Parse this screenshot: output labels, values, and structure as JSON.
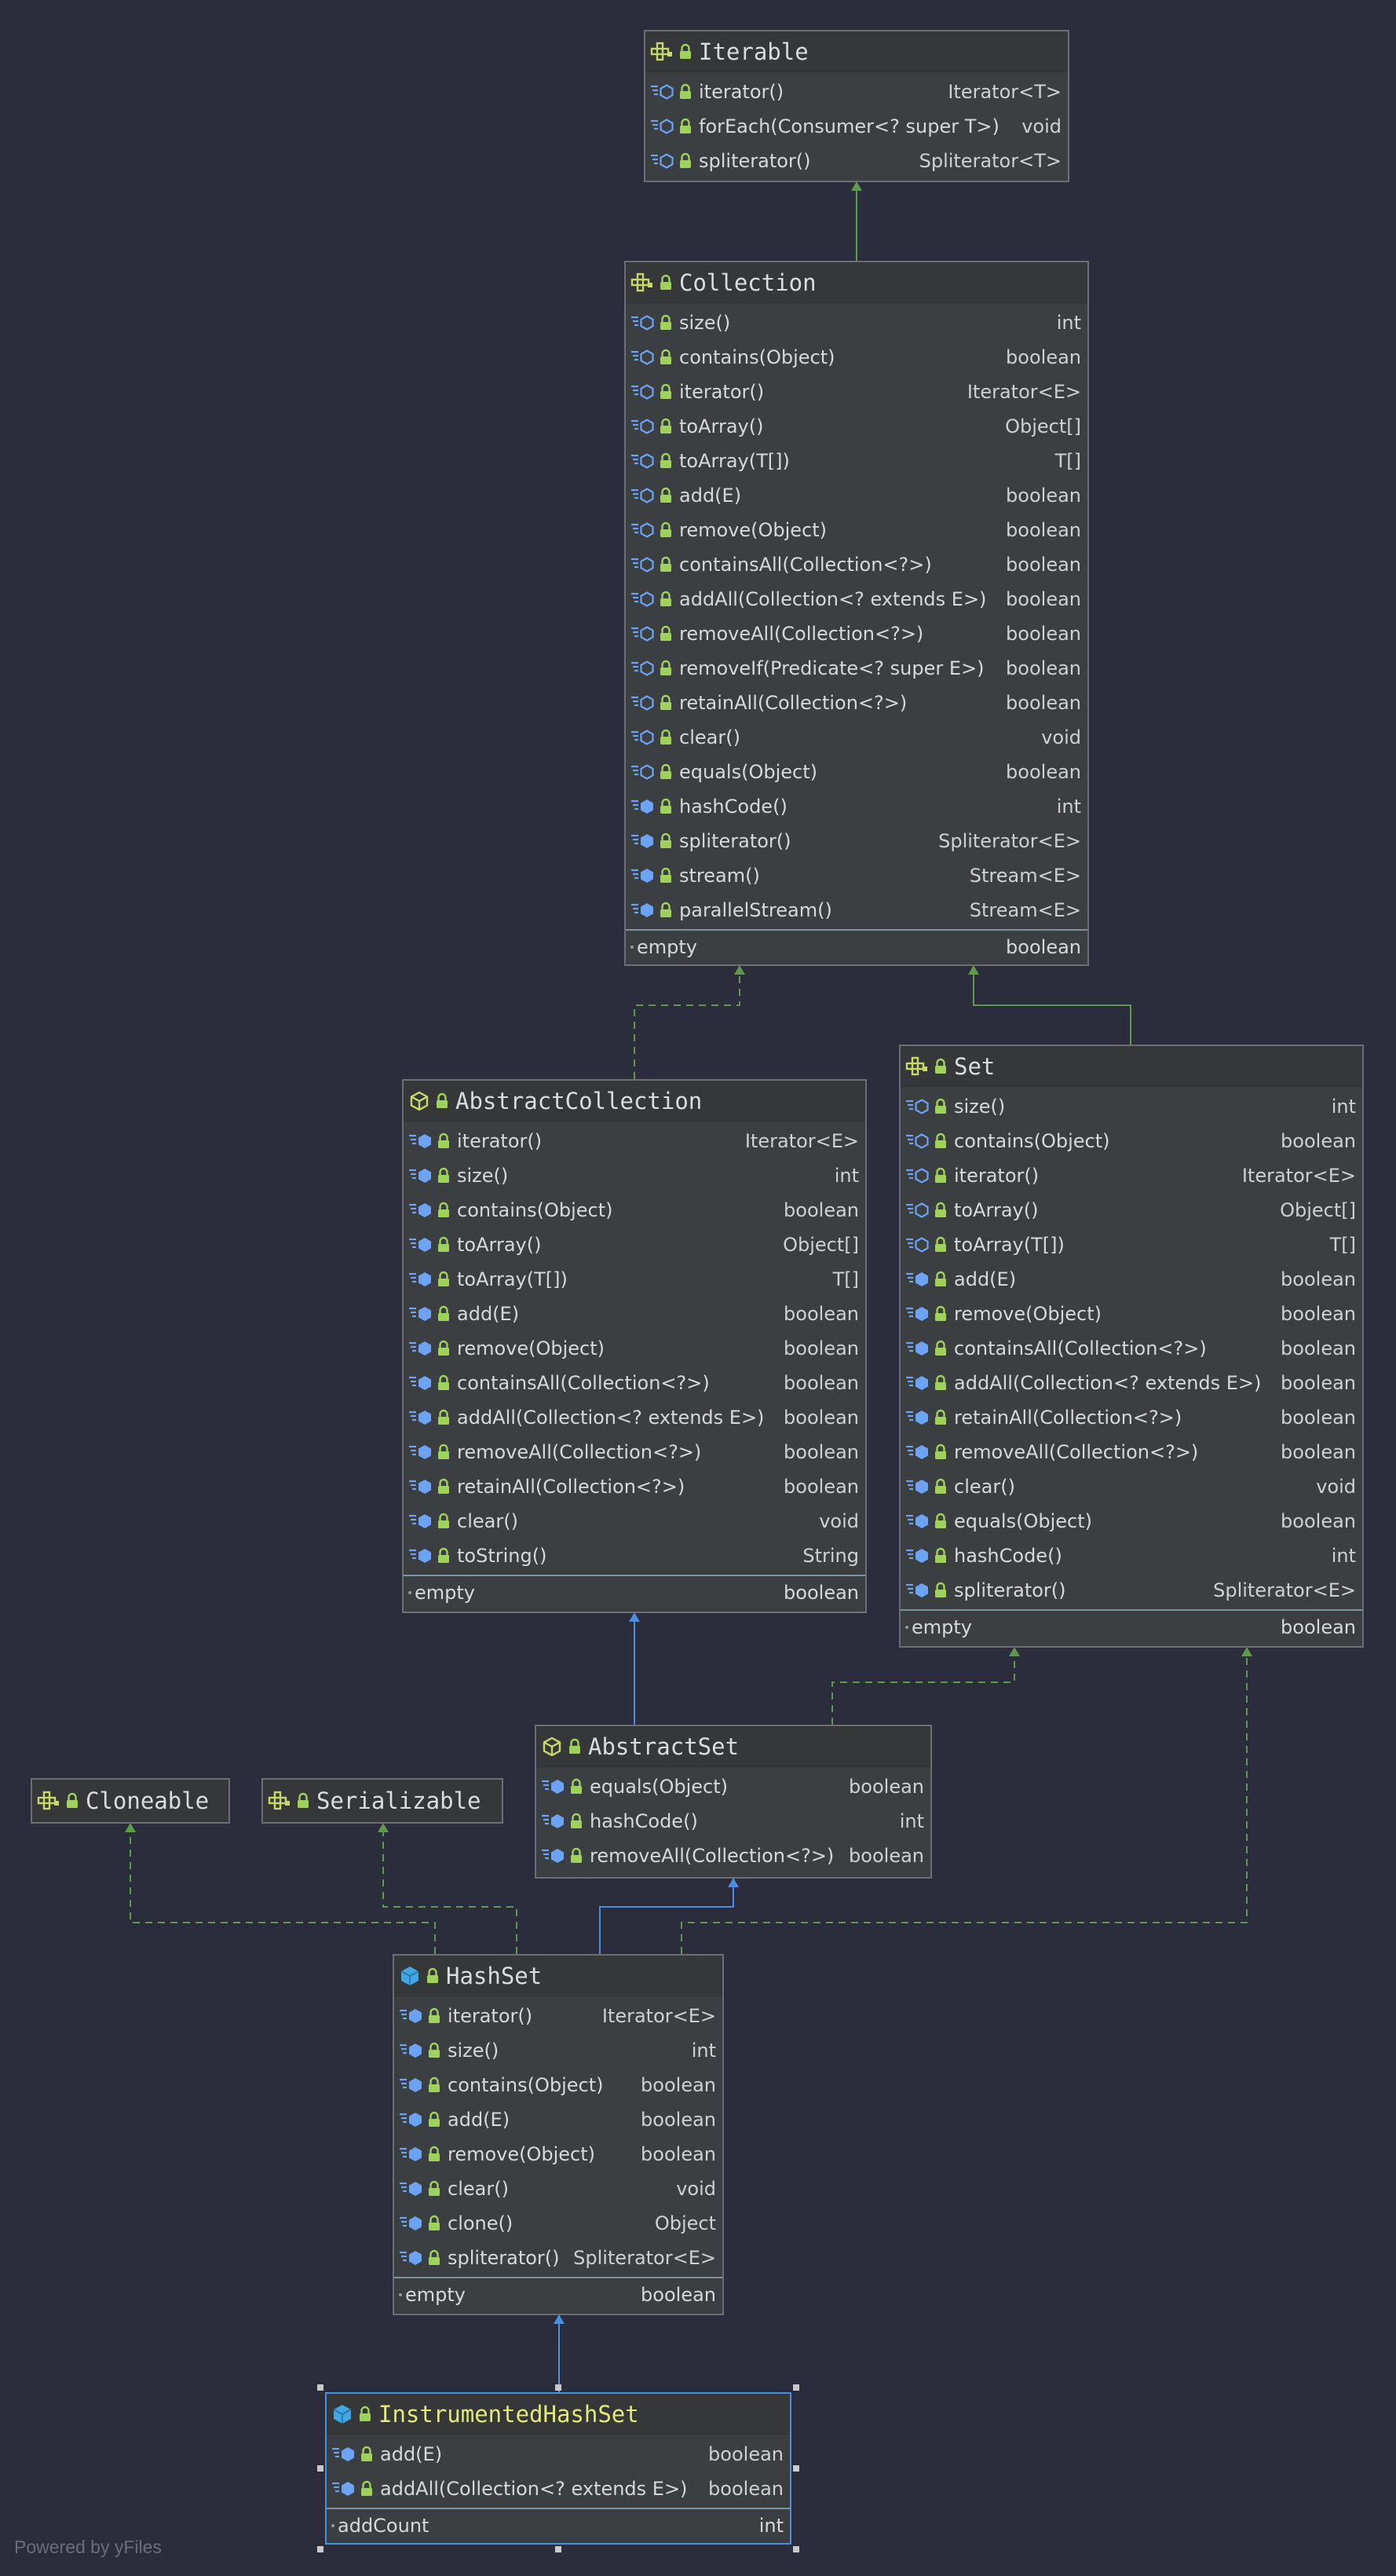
{
  "footer": "Powered by yFiles",
  "nodes": {
    "iterable": {
      "title": "Iterable",
      "methods": [
        {
          "name": "iterator()",
          "type": "Iterator<T>"
        },
        {
          "name": "forEach(Consumer<? super T>)",
          "type": "void"
        },
        {
          "name": "spliterator()",
          "type": "Spliterator<T>"
        }
      ]
    },
    "collection": {
      "title": "Collection",
      "methods": [
        {
          "name": "size()",
          "type": "int"
        },
        {
          "name": "contains(Object)",
          "type": "boolean"
        },
        {
          "name": "iterator()",
          "type": "Iterator<E>"
        },
        {
          "name": "toArray()",
          "type": "Object[]"
        },
        {
          "name": "toArray(T[])",
          "type": "T[]"
        },
        {
          "name": "add(E)",
          "type": "boolean"
        },
        {
          "name": "remove(Object)",
          "type": "boolean"
        },
        {
          "name": "containsAll(Collection<?>)",
          "type": "boolean"
        },
        {
          "name": "addAll(Collection<? extends E>)",
          "type": "boolean"
        },
        {
          "name": "removeAll(Collection<?>)",
          "type": "boolean"
        },
        {
          "name": "removeIf(Predicate<? super E>)",
          "type": "boolean"
        },
        {
          "name": "retainAll(Collection<?>)",
          "type": "boolean"
        },
        {
          "name": "clear()",
          "type": "void"
        },
        {
          "name": "equals(Object)",
          "type": "boolean"
        },
        {
          "name": "hashCode()",
          "type": "int"
        },
        {
          "name": "spliterator()",
          "type": "Spliterator<E>"
        },
        {
          "name": "stream()",
          "type": "Stream<E>"
        },
        {
          "name": "parallelStream()",
          "type": "Stream<E>"
        }
      ],
      "properties": [
        {
          "name": "empty",
          "type": "boolean"
        }
      ]
    },
    "abstractCollection": {
      "title": "AbstractCollection",
      "methods": [
        {
          "name": "iterator()",
          "type": "Iterator<E>"
        },
        {
          "name": "size()",
          "type": "int"
        },
        {
          "name": "contains(Object)",
          "type": "boolean"
        },
        {
          "name": "toArray()",
          "type": "Object[]"
        },
        {
          "name": "toArray(T[])",
          "type": "T[]"
        },
        {
          "name": "add(E)",
          "type": "boolean"
        },
        {
          "name": "remove(Object)",
          "type": "boolean"
        },
        {
          "name": "containsAll(Collection<?>)",
          "type": "boolean"
        },
        {
          "name": "addAll(Collection<? extends E>)",
          "type": "boolean"
        },
        {
          "name": "removeAll(Collection<?>)",
          "type": "boolean"
        },
        {
          "name": "retainAll(Collection<?>)",
          "type": "boolean"
        },
        {
          "name": "clear()",
          "type": "void"
        },
        {
          "name": "toString()",
          "type": "String"
        }
      ],
      "properties": [
        {
          "name": "empty",
          "type": "boolean"
        }
      ]
    },
    "set": {
      "title": "Set",
      "methods": [
        {
          "name": "size()",
          "type": "int"
        },
        {
          "name": "contains(Object)",
          "type": "boolean"
        },
        {
          "name": "iterator()",
          "type": "Iterator<E>"
        },
        {
          "name": "toArray()",
          "type": "Object[]"
        },
        {
          "name": "toArray(T[])",
          "type": "T[]"
        },
        {
          "name": "add(E)",
          "type": "boolean"
        },
        {
          "name": "remove(Object)",
          "type": "boolean"
        },
        {
          "name": "containsAll(Collection<?>)",
          "type": "boolean"
        },
        {
          "name": "addAll(Collection<? extends E>)",
          "type": "boolean"
        },
        {
          "name": "retainAll(Collection<?>)",
          "type": "boolean"
        },
        {
          "name": "removeAll(Collection<?>)",
          "type": "boolean"
        },
        {
          "name": "clear()",
          "type": "void"
        },
        {
          "name": "equals(Object)",
          "type": "boolean"
        },
        {
          "name": "hashCode()",
          "type": "int"
        },
        {
          "name": "spliterator()",
          "type": "Spliterator<E>"
        }
      ],
      "properties": [
        {
          "name": "empty",
          "type": "boolean"
        }
      ]
    },
    "cloneable": {
      "title": "Cloneable"
    },
    "serializable": {
      "title": "Serializable"
    },
    "abstractSet": {
      "title": "AbstractSet",
      "methods": [
        {
          "name": "equals(Object)",
          "type": "boolean"
        },
        {
          "name": "hashCode()",
          "type": "int"
        },
        {
          "name": "removeAll(Collection<?>)",
          "type": "boolean"
        }
      ]
    },
    "hashSet": {
      "title": "HashSet",
      "methods": [
        {
          "name": "iterator()",
          "type": "Iterator<E>"
        },
        {
          "name": "size()",
          "type": "int"
        },
        {
          "name": "contains(Object)",
          "type": "boolean"
        },
        {
          "name": "add(E)",
          "type": "boolean"
        },
        {
          "name": "remove(Object)",
          "type": "boolean"
        },
        {
          "name": "clear()",
          "type": "void"
        },
        {
          "name": "clone()",
          "type": "Object"
        },
        {
          "name": "spliterator()",
          "type": "Spliterator<E>"
        }
      ],
      "properties": [
        {
          "name": "empty",
          "type": "boolean"
        }
      ]
    },
    "instrumentedHashSet": {
      "title": "InstrumentedHashSet",
      "methods": [
        {
          "name": "add(E)",
          "type": "boolean"
        },
        {
          "name": "addAll(Collection<? extends E>)",
          "type": "boolean"
        }
      ],
      "properties": [
        {
          "name": "addCount",
          "type": "int"
        }
      ]
    }
  },
  "colors": {
    "background": "#2b2d3c",
    "interface_edge": "#5e9a4e",
    "extends_edge": "#4a8fe0",
    "selected_title": "#e4e978",
    "lock": "#9fd25a",
    "method_icon": "#6da3f5"
  },
  "icons": {
    "interface": "interface-icon",
    "abstract_class": "abstract-class-icon",
    "class": "class-icon",
    "method": "method-icon",
    "lock": "lock-icon"
  }
}
